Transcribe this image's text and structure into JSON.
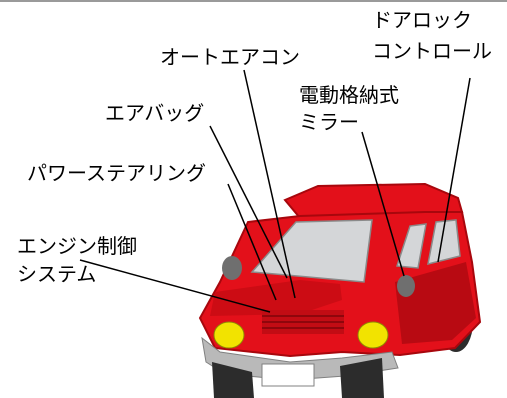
{
  "labels": {
    "door_lock": [
      "ドアロック",
      "コントロール"
    ],
    "auto_aircon": "オートエアコン",
    "power_mirror": [
      "電動格納式",
      "ミラー"
    ],
    "airbag": "エアバッグ",
    "power_steering": "パワーステアリング",
    "engine_control": [
      "エンジン制御",
      "システム"
    ]
  },
  "colors": {
    "car_body": "#e3101a",
    "car_shade": "#a8070d",
    "glass": "#d4d6d8",
    "headlight": "#f2e300",
    "tire": "#2c2c2c",
    "bumper": "#b9b9b9",
    "leader_line": "#000000"
  }
}
